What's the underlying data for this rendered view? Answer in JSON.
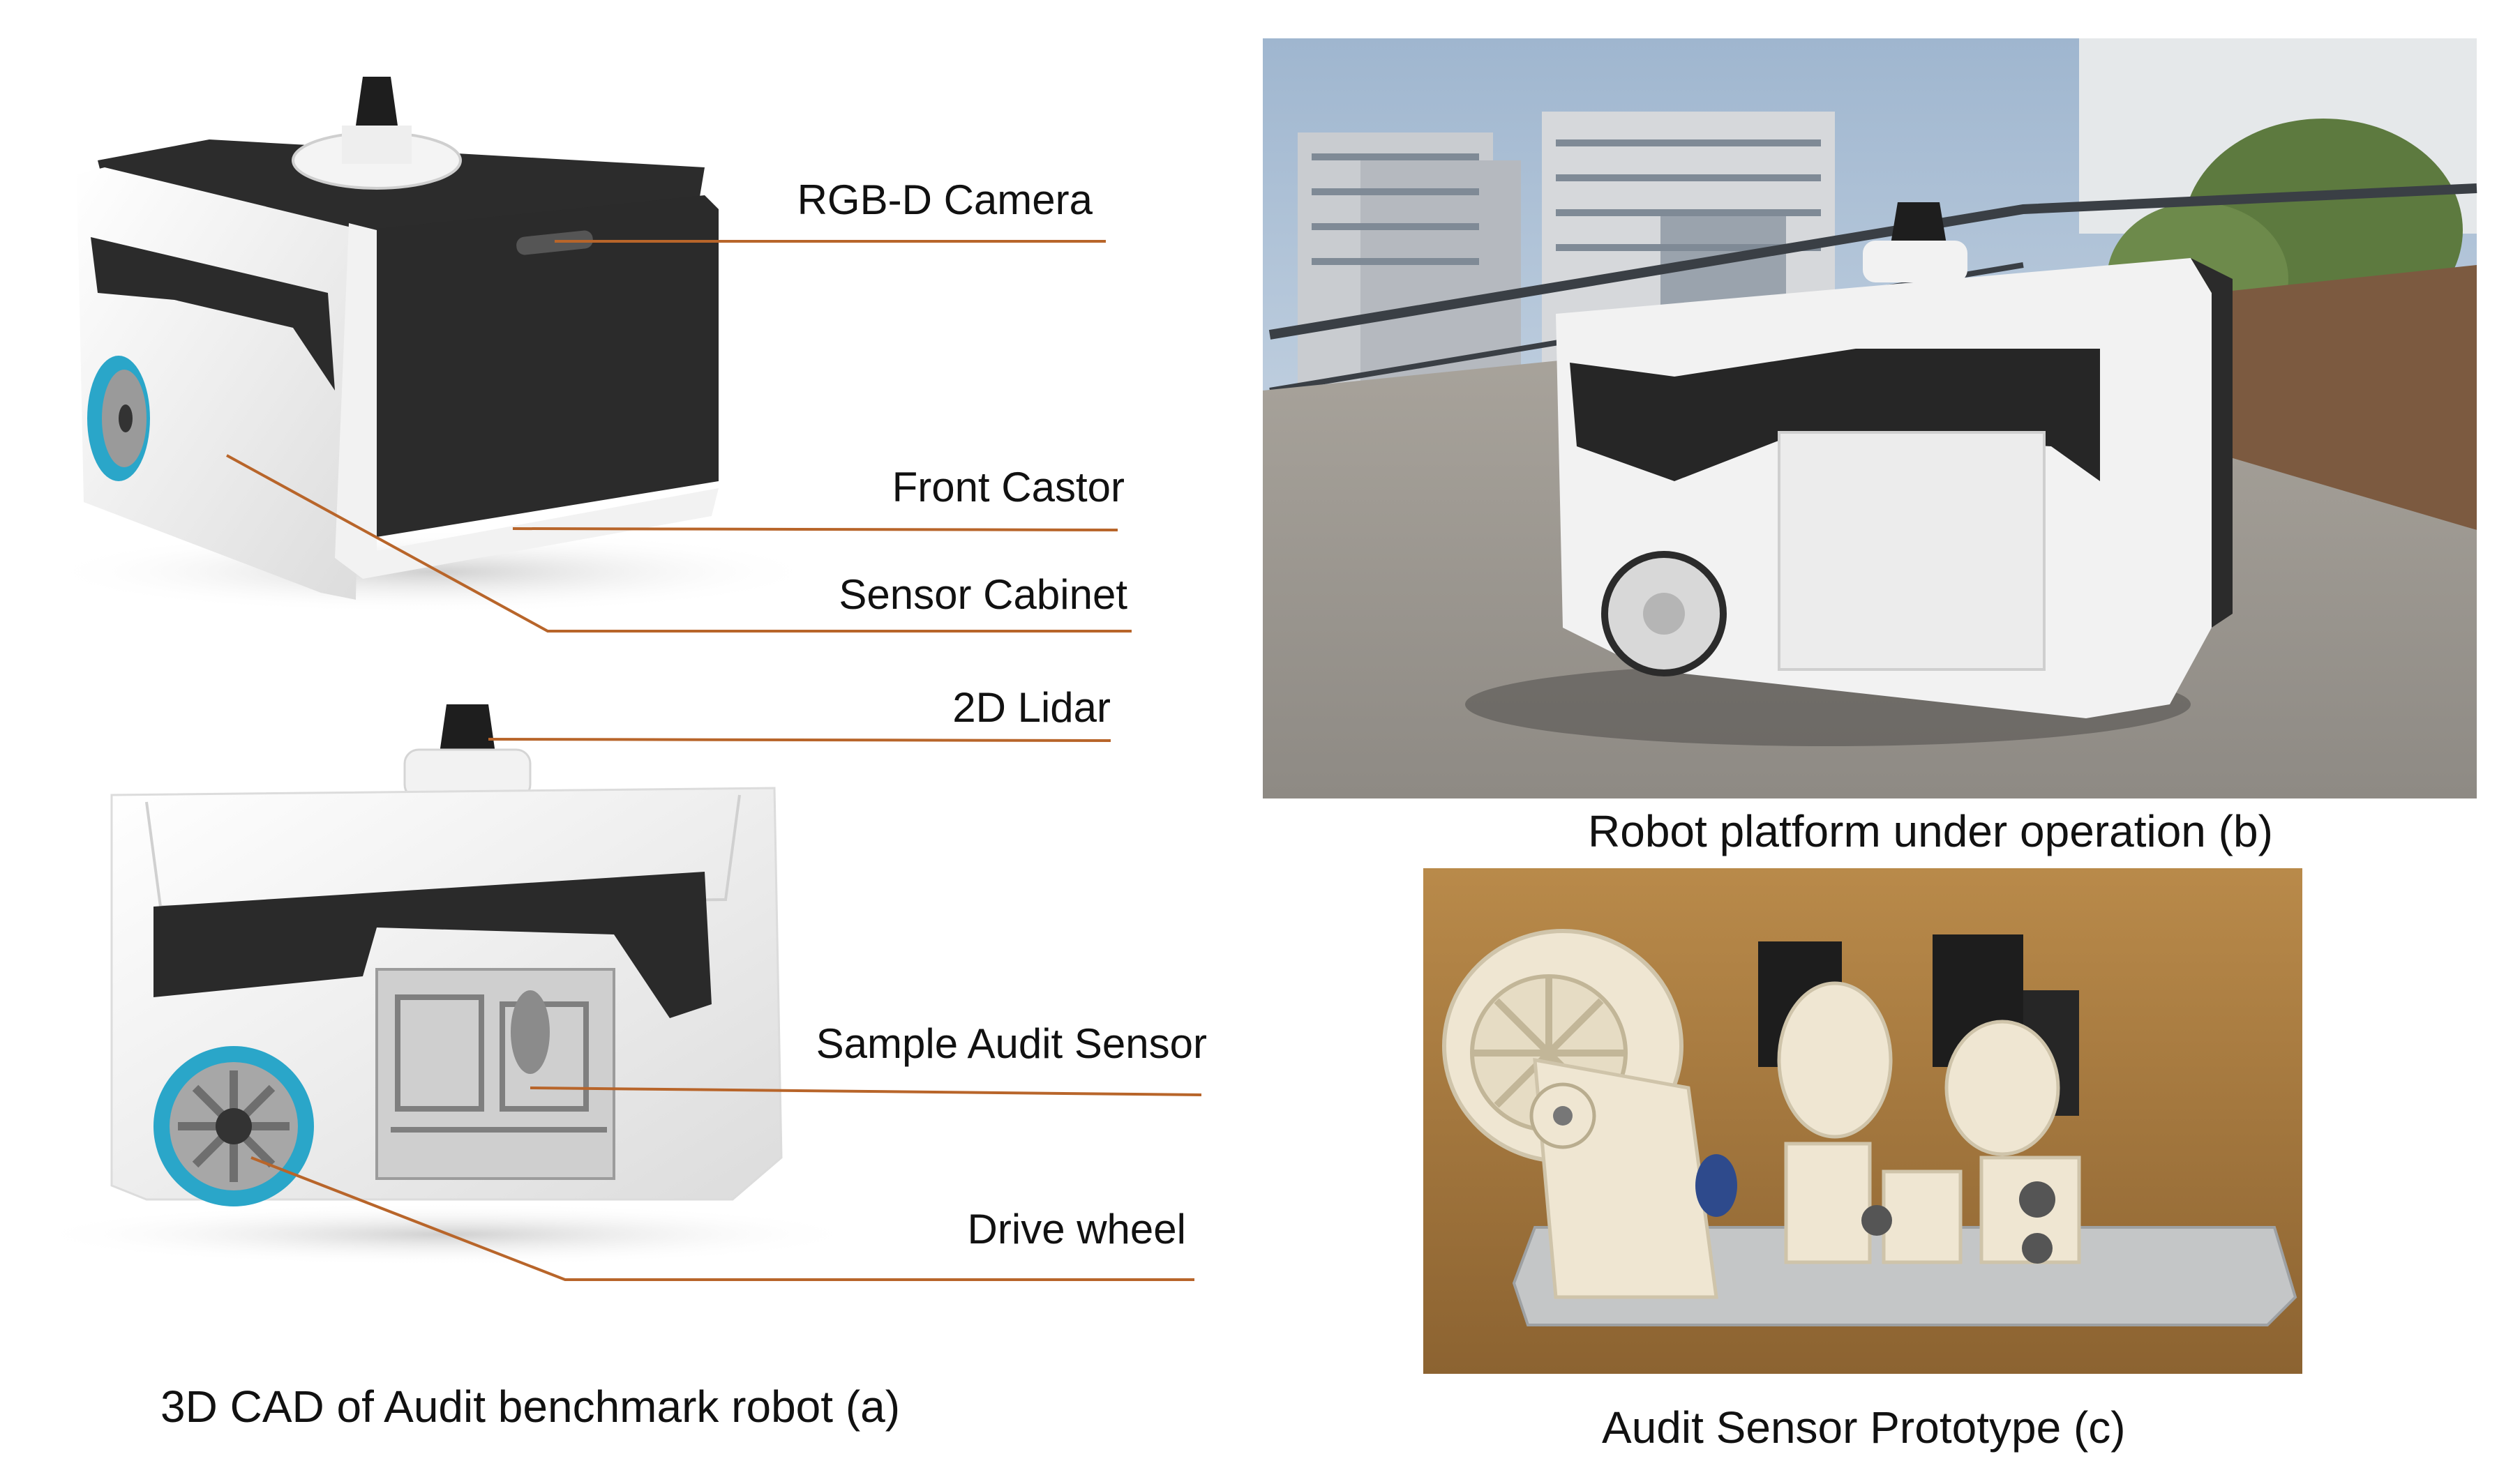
{
  "callouts": {
    "rgbd_camera": "RGB-D Camera",
    "front_castor": "Front Castor",
    "sensor_cabinet": "Sensor Cabinet",
    "lidar_2d": "2D Lidar",
    "sample_audit_sensor": "Sample Audit Sensor",
    "drive_wheel": "Drive wheel"
  },
  "captions": {
    "a": "3D CAD of Audit benchmark robot (a)",
    "b": "Robot platform under operation (b)",
    "c": "Audit Sensor Prototype (c)"
  },
  "colors": {
    "leader_line": "#b8652a",
    "robot_shell": "#f4f4f4",
    "robot_panel": "#2b2b2b",
    "wheel_accent": "#2aa6c9",
    "tabletop": "#a8793e",
    "prototype_body": "#efe6d2"
  }
}
